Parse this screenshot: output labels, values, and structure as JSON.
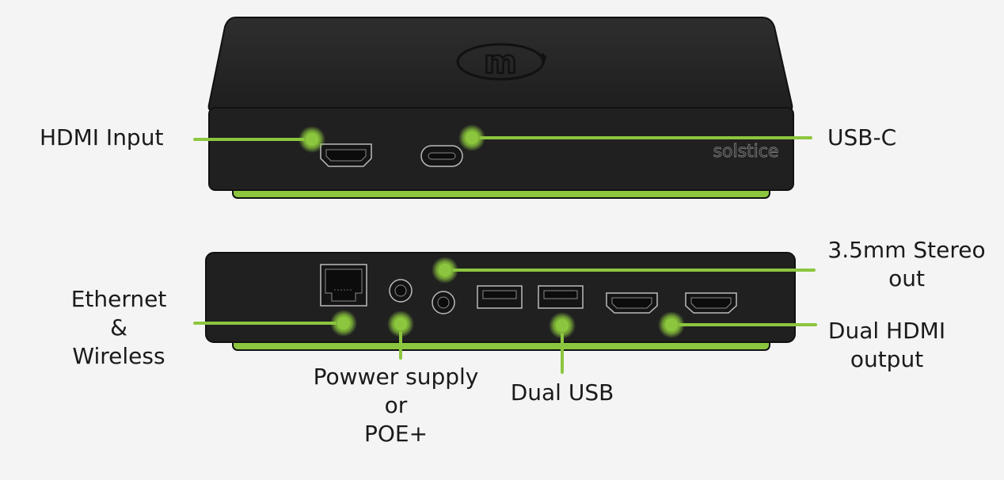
{
  "device": {
    "brand_text": "solstice",
    "logo_letter": "m"
  },
  "colors": {
    "accent": "#8cc63f",
    "body": "#202020",
    "body_top": "#2a2a2a",
    "background": "#f4f4f4"
  },
  "labels": {
    "hdmi_input": "HDMI Input",
    "usb_c": "USB-C",
    "stereo_out": [
      "3.5mm Stereo",
      "out"
    ],
    "ethernet": [
      "Ethernet",
      "&",
      "Wireless"
    ],
    "power": [
      "Powwer supply",
      "or",
      "POE+"
    ],
    "dual_usb": "Dual USB",
    "dual_hdmi": [
      "Dual HDMI",
      "output"
    ]
  }
}
